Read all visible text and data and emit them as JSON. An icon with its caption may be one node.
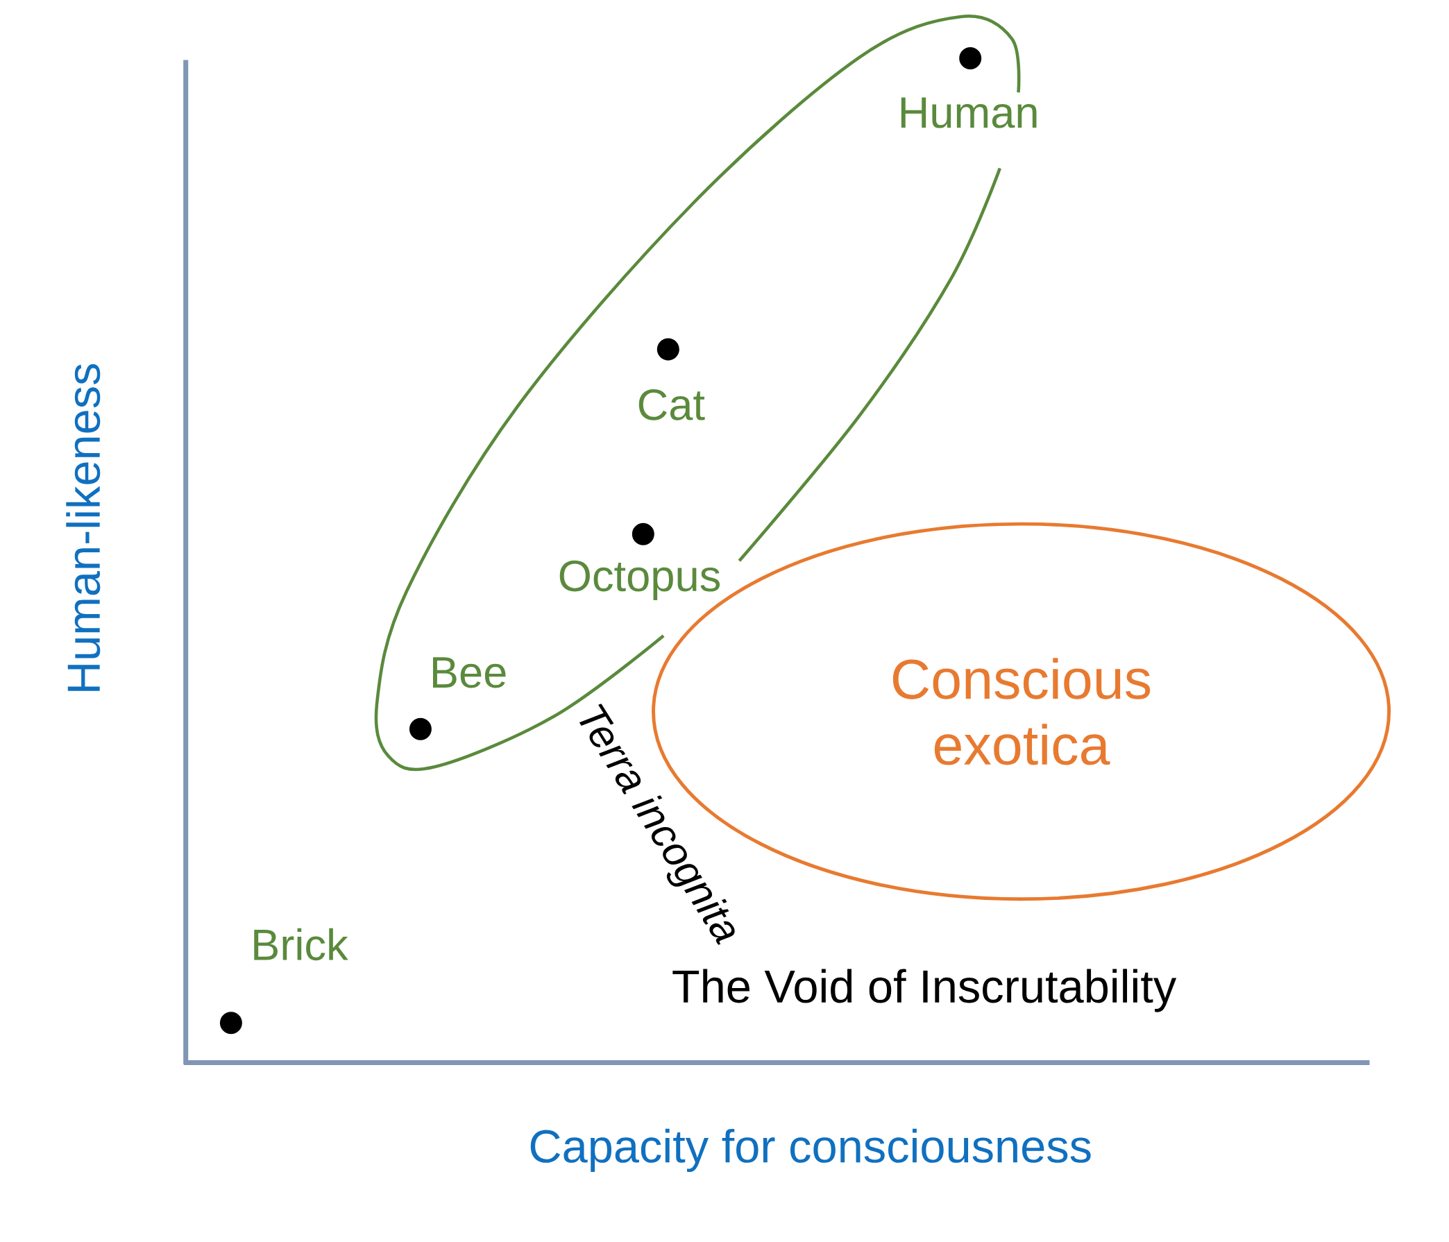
{
  "diagram": {
    "nodes": [
      {
        "text": [
          "Conscious exotica"
        ]
      }
    ],
    "labels": [
      "Human",
      "Cat",
      "Octopus",
      "Bee",
      "Terra incognita",
      "Brick",
      "The Void of Inscrutability",
      "Human-likeness",
      "Capacity for consciousness"
    ]
  }
}
